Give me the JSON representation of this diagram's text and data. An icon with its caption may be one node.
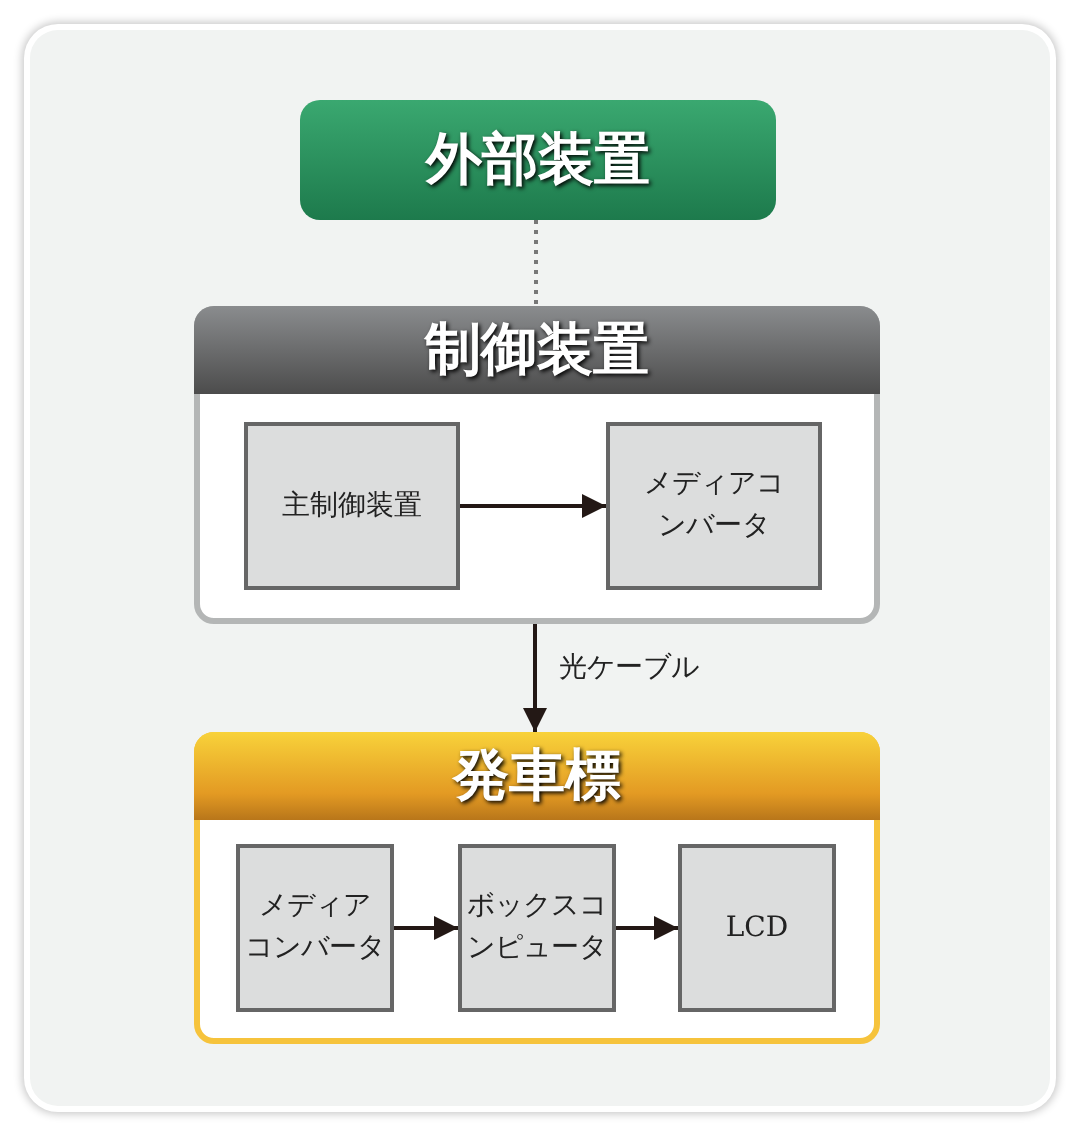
{
  "diagram": {
    "nodes": [
      {
        "text": [
          "外部装置"
        ]
      },
      {
        "text": [
          "制御装置"
        ]
      },
      {
        "text": [
          "主制御装置"
        ],
        "in": 1
      },
      {
        "text": [
          "メディアコンバータ"
        ],
        "in": 1
      },
      {
        "text": [
          "発車標"
        ]
      },
      {
        "text": [
          "メディアコンバータ"
        ],
        "in": 4
      },
      {
        "text": [
          "ボックスコンピュータ"
        ],
        "in": 4
      },
      {
        "text": [
          "LCD"
        ],
        "in": 4
      }
    ],
    "edges": [
      {
        "from": 0,
        "to": 1,
        "arrow": "none",
        "style": "dashed",
        "color": "#777777"
      },
      {
        "from": 2,
        "to": 3,
        "arrow": "to"
      },
      {
        "from": 1,
        "to": 4,
        "arrow": "to",
        "label": "光ケーブル"
      },
      {
        "from": 5,
        "to": 6,
        "arrow": "to"
      },
      {
        "from": 6,
        "to": 7,
        "arrow": "to"
      }
    ]
  }
}
